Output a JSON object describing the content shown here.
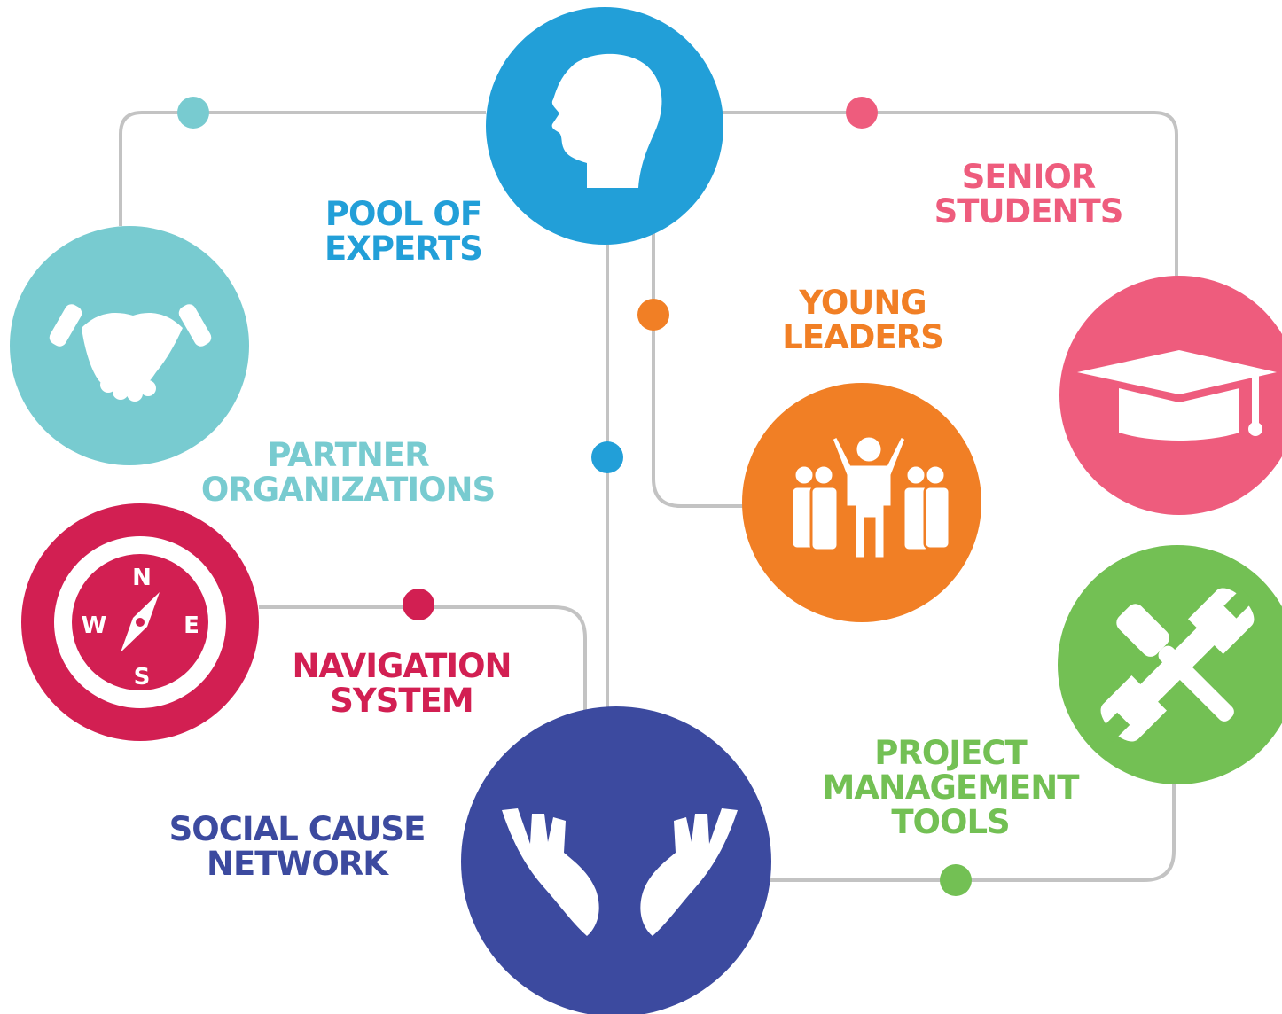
{
  "nodes": {
    "pool_of_experts": {
      "label_lines": [
        "POOL OF",
        "EXPERTS"
      ],
      "color": "#229fd8",
      "icon": "head-icon"
    },
    "senior_students": {
      "label_lines": [
        "SENIOR",
        "STUDENTS"
      ],
      "color": "#ee5c7d",
      "icon": "graduation-cap-icon"
    },
    "young_leaders": {
      "label_lines": [
        "YOUNG",
        "LEADERS"
      ],
      "color": "#f17f25",
      "icon": "group-of-people-icon"
    },
    "partner_organizations": {
      "label_lines": [
        "PARTNER",
        "ORGANIZATIONS"
      ],
      "color": "#78cbd0",
      "icon": "handshake-icon"
    },
    "navigation_system": {
      "label_lines": [
        "NAVIGATION",
        "SYSTEM"
      ],
      "color": "#d21f52",
      "icon": "compass-icon"
    },
    "social_cause_network": {
      "label_lines": [
        "SOCIAL CAUSE",
        "NETWORK"
      ],
      "color": "#3c4a9f",
      "icon": "open-hands-icon"
    },
    "project_management_tools": {
      "label_lines": [
        "PROJECT",
        "MANAGEMENT",
        "TOOLS"
      ],
      "color": "#73c054",
      "icon": "wrench-screwdriver-icon"
    }
  },
  "compass_letters": {
    "n": "N",
    "s": "S",
    "e": "E",
    "w": "W"
  },
  "connector_color": "#c3c3c3",
  "connector_dot_colors": {
    "pool_to_partner": "#78cbd0",
    "pool_to_senior": "#ee5c7d",
    "pool_to_young": "#f17f25",
    "pool_to_social": "#229fd8",
    "nav_to_social": "#d21f52",
    "social_to_project": "#73c054"
  }
}
